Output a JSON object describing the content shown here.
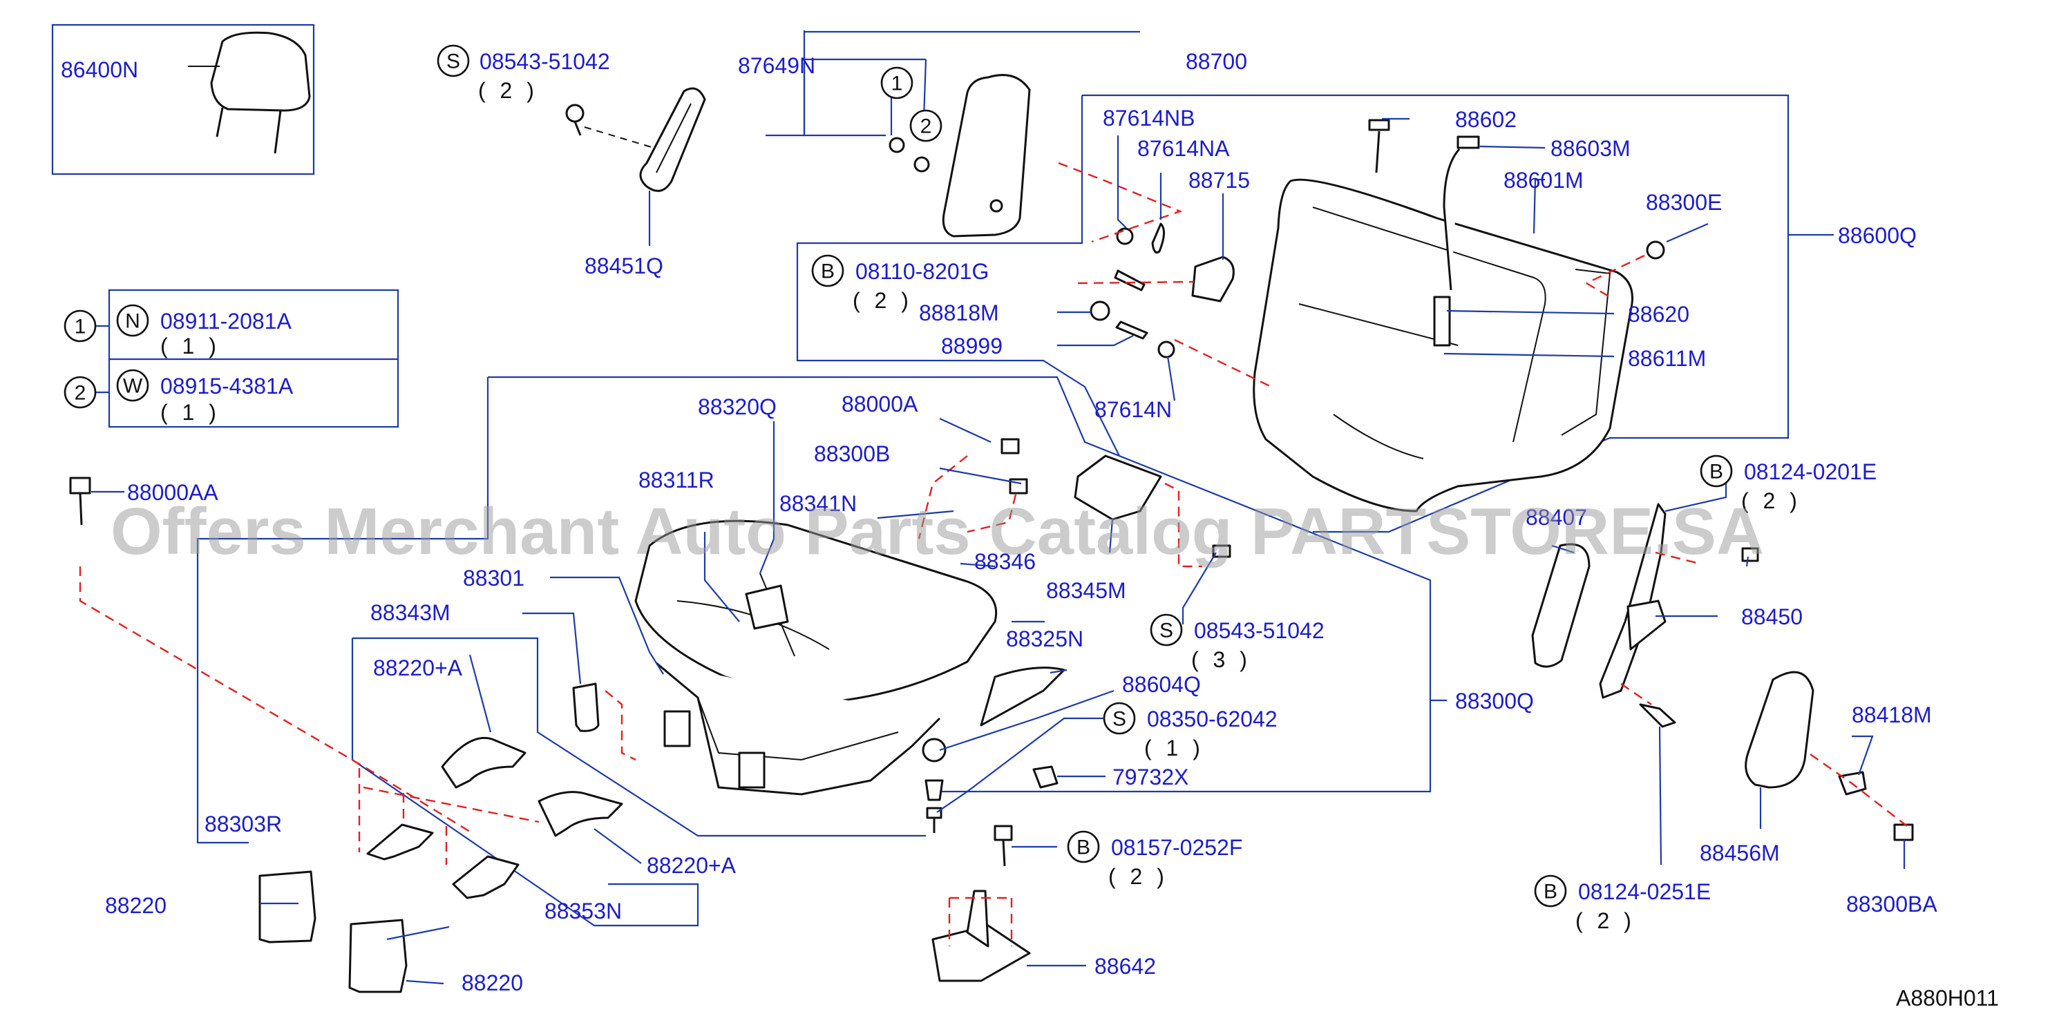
{
  "diagram_code": "A880H011",
  "watermark": "Offers Merchant Auto Parts Catalog PARTSTORE.SA",
  "colors": {
    "label": "#1c1ccc",
    "leader": "#1c3aa8",
    "dashed": "#e02020",
    "part": "#111111"
  },
  "legend": [
    {
      "index": "1",
      "type": "N",
      "number": "08911-2081A",
      "qty": "( 1 )"
    },
    {
      "index": "2",
      "type": "W",
      "number": "08915-4381A",
      "qty": "( 1 )"
    }
  ],
  "labels": {
    "p86400N": "86400N",
    "p88451Q": "88451Q",
    "p87649N": "87649N",
    "p88700": "88700",
    "p87614NB": "87614NB",
    "p87614NA": "87614NA",
    "p88715": "88715",
    "p88602": "88602",
    "p88603M": "88603M",
    "p88601M": "88601M",
    "p88300E": "88300E",
    "p88600Q": "88600Q",
    "p88818M": "88818M",
    "p88999": "88999",
    "p87614N": "87614N",
    "p88620": "88620",
    "p88611M": "88611M",
    "p88000AA": "88000AA",
    "p88320Q": "88320Q",
    "p88000A": "88000A",
    "p88300B": "88300B",
    "p88311R": "88311R",
    "p88341N": "88341N",
    "p88346": "88346",
    "p88345M": "88345M",
    "p88301": "88301",
    "p88343M": "88343M",
    "p88325N": "88325N",
    "p88220A_1": "88220+A",
    "p88604Q": "88604Q",
    "p79732X": "79732X",
    "p88220A_2": "88220+A",
    "p88303R": "88303R",
    "p88353N": "88353N",
    "p88220_1": "88220",
    "p88220_2": "88220",
    "p88642": "88642",
    "p88300Q": "88300Q",
    "p88407": "88407",
    "p88450": "88450",
    "p88418M": "88418M",
    "p88456M": "88456M",
    "p88300BA": "88300BA"
  },
  "bolts": {
    "s1": {
      "type": "S",
      "number": "08543-51042",
      "qty": "( 2 )"
    },
    "b1": {
      "type": "B",
      "number": "08110-8201G",
      "qty": "( 2 )"
    },
    "s2": {
      "type": "S",
      "number": "08543-51042",
      "qty": "( 3 )"
    },
    "s3": {
      "type": "S",
      "number": "08350-62042",
      "qty": "( 1 )"
    },
    "b2": {
      "type": "B",
      "number": "08157-0252F",
      "qty": "( 2 )"
    },
    "b3": {
      "type": "B",
      "number": "08124-0201E",
      "qty": "( 2 )"
    },
    "b4": {
      "type": "B",
      "number": "08124-0251E",
      "qty": "( 2 )"
    }
  },
  "callouts": {
    "c1": "1",
    "c2": "2"
  }
}
